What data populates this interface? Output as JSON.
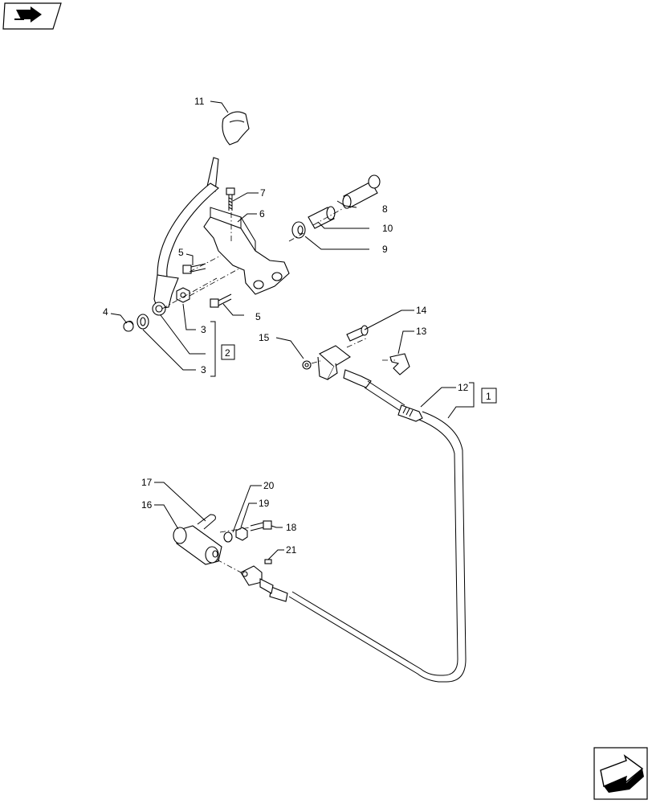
{
  "nav": {
    "top_icon": "book-arrow-icon",
    "bottom_icon": "next-page-arrow-icon"
  },
  "callouts": {
    "c1": "1",
    "c2": "2",
    "c3a": "3",
    "c3b": "3",
    "c4": "4",
    "c5a": "5",
    "c5b": "5",
    "c6": "6",
    "c7": "7",
    "c8": "8",
    "c9": "9",
    "c10": "10",
    "c11": "11",
    "c12": "12",
    "c13": "13",
    "c14": "14",
    "c15": "15",
    "c16": "16",
    "c17": "17",
    "c18": "18",
    "c19": "19",
    "c20": "20",
    "c21": "21"
  }
}
